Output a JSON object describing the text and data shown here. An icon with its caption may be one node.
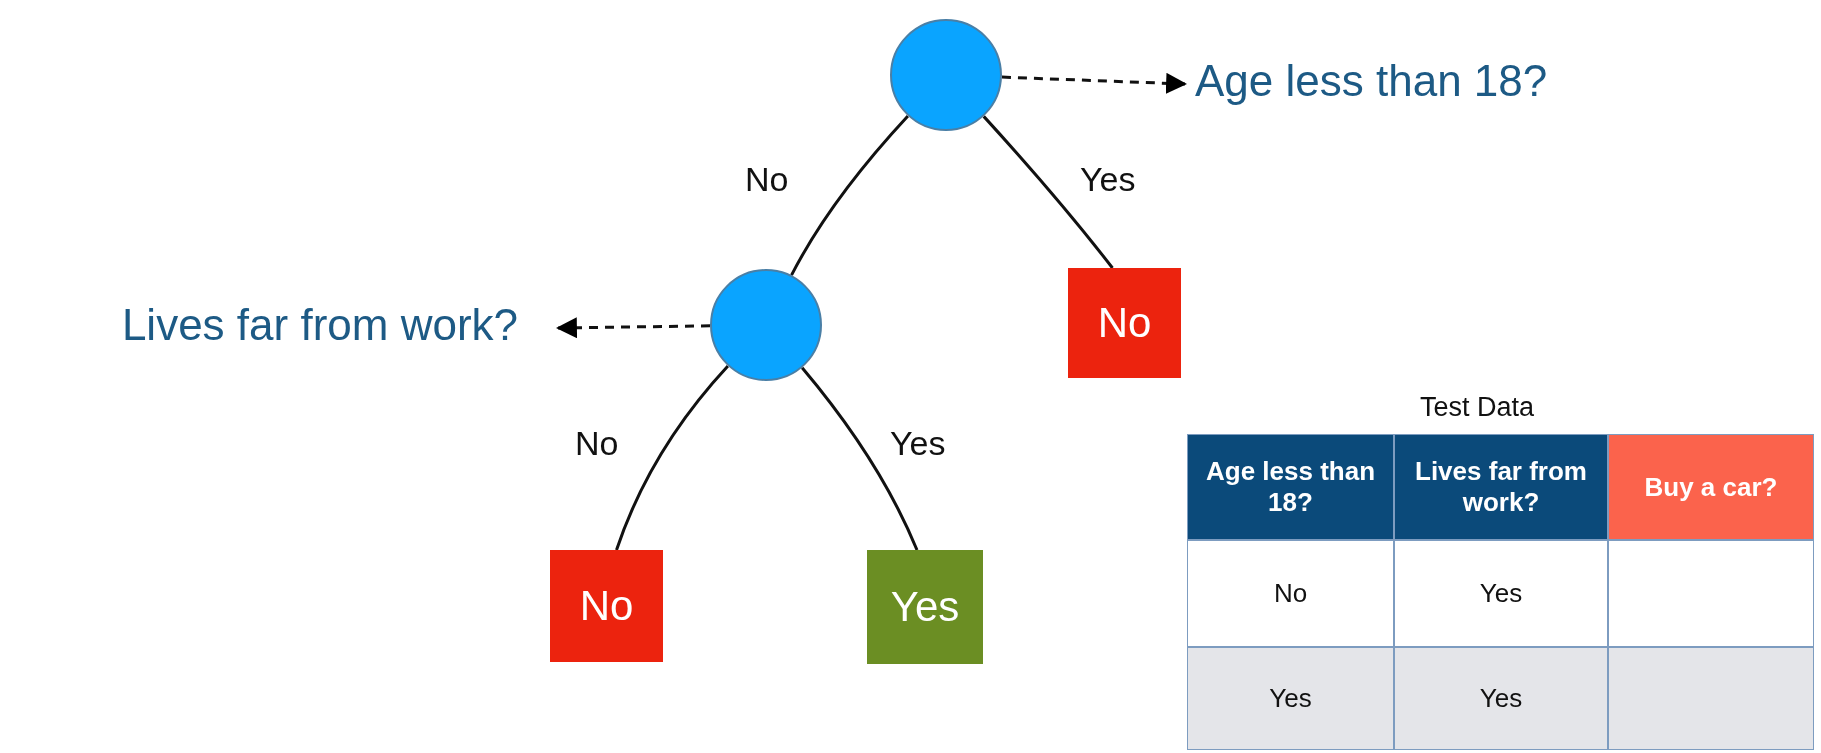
{
  "diagram": {
    "nodes": [
      {
        "text": [],
        "shape": "circle"
      },
      {
        "text": [
          "Age less than 18?"
        ]
      },
      {
        "text": [],
        "shape": "circle"
      },
      {
        "text": [
          "Lives far from work?"
        ]
      },
      {
        "text": [
          "No"
        ]
      },
      {
        "text": [
          "No"
        ]
      },
      {
        "text": [
          "Yes"
        ]
      }
    ],
    "edges": [
      {
        "from": 0,
        "to": 1,
        "arrow": "to",
        "style": "dashed"
      },
      {
        "from": 2,
        "to": 3,
        "arrow": "to",
        "style": "dashed"
      },
      {
        "from": 0,
        "to": 2,
        "arrow": "none",
        "label": "No"
      },
      {
        "from": 0,
        "to": 4,
        "arrow": "none",
        "label": "Yes"
      },
      {
        "from": 2,
        "to": 5,
        "arrow": "none",
        "label": "No"
      },
      {
        "from": 2,
        "to": 6,
        "arrow": "none",
        "label": "Yes"
      }
    ],
    "labels": [
      "Test Data",
      "Age less than 18?",
      "Lives far from work?",
      "Buy a car?",
      "No",
      "Yes",
      "Yes",
      "Yes"
    ]
  }
}
